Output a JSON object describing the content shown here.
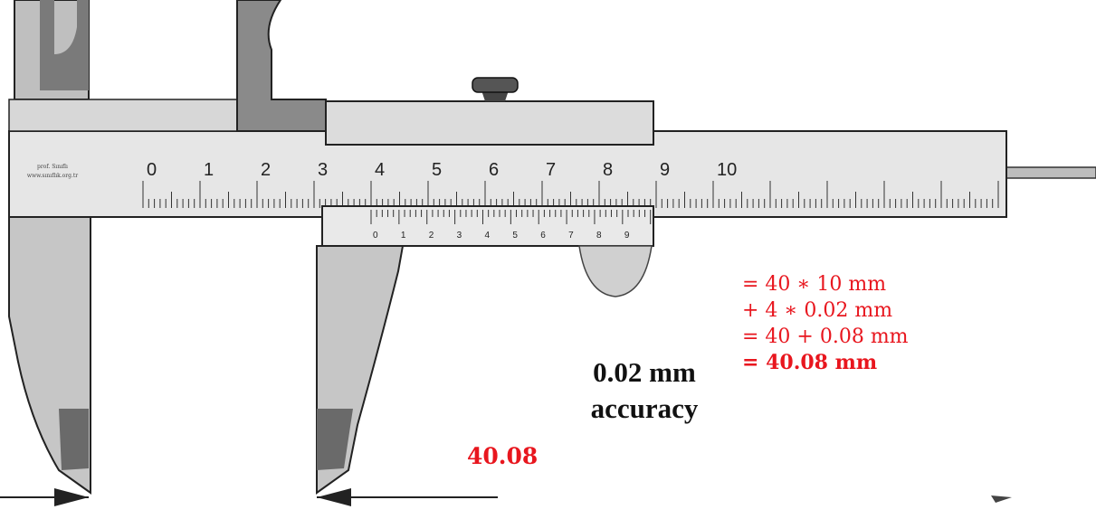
{
  "brand": {
    "line1": "prof. Sınıflı",
    "line2": "www.sınıflık.org.tr"
  },
  "main_scale": {
    "labels": [
      "0",
      "1",
      "2",
      "3",
      "4",
      "5",
      "6",
      "7",
      "8",
      "9",
      "10"
    ]
  },
  "vernier_scale": {
    "labels": [
      "0",
      "1",
      "2",
      "3",
      "4",
      "5",
      "6",
      "7",
      "8",
      "9"
    ]
  },
  "reading": {
    "main_value_cm": 4.0,
    "vernier_division": 4,
    "least_count_mm": 0.02,
    "result_mm": 40.08,
    "result_label": "40.08"
  },
  "accuracy_label": {
    "value": "0.02 mm",
    "word": "accuracy"
  },
  "calculation": [
    "= 40 ∗ 10 mm",
    "+ 4 ∗ 0.02 mm",
    "= 40 + 0.08 mm",
    "= 40.08 mm"
  ],
  "colors": {
    "body": "#c9c9c9",
    "body_dark": "#6f6f6f",
    "edge": "#222222",
    "beam": "#e4e4e4",
    "accent_red": "#e8161e",
    "ink": "#111111"
  }
}
